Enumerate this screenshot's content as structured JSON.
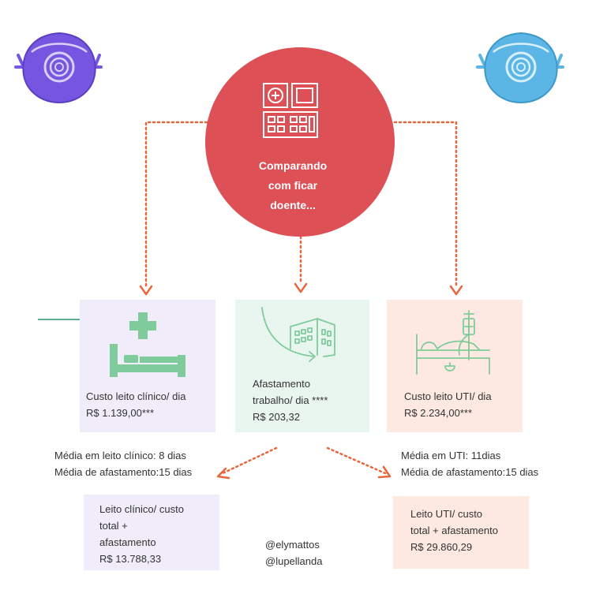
{
  "hub": {
    "label_lines": [
      "Comparando",
      "com ficar",
      "doente..."
    ]
  },
  "cards": {
    "clinic_bed": {
      "line1": "Custo leito clínico/ dia",
      "line2": "R$ 1.139,00***"
    },
    "work_leave": {
      "line1": "Afastamento",
      "line2": "trabalho/ dia ****",
      "line3": "R$ 203,32"
    },
    "icu_bed": {
      "line1": "Custo leito UTI/ dia",
      "line2": "R$ 2.234,00***"
    }
  },
  "averages": {
    "left": [
      "Média em leito clínico: 8 dias",
      "Média de afastamento:15 dias"
    ],
    "right": [
      "Média em UTI: 11dias",
      "Média de afastamento:15 dias"
    ]
  },
  "totals": {
    "clinic": [
      "Leito clínico/ custo",
      "total +",
      "afastamento",
      "R$ 13.788,33"
    ],
    "icu": [
      "Leito UTI/ custo",
      "total + afastamento",
      "R$ 29.860,29"
    ]
  },
  "credits": [
    "@elymattos",
    "@lupellanda"
  ],
  "colors": {
    "hub_red": "#dc5056",
    "arrow_orange": "#e8663c",
    "mask_purple": "#7656e0",
    "mask_blue": "#5bb6e6",
    "card_lavender": "#f0ecfa",
    "card_mint": "#e9f5ef",
    "card_peach": "#fde9e1",
    "icon_green": "#7fcb9b"
  },
  "icons": [
    "mask-icon",
    "hospital-icon",
    "hospital-bed-icon",
    "office-building-icon",
    "icu-bed-icon"
  ]
}
